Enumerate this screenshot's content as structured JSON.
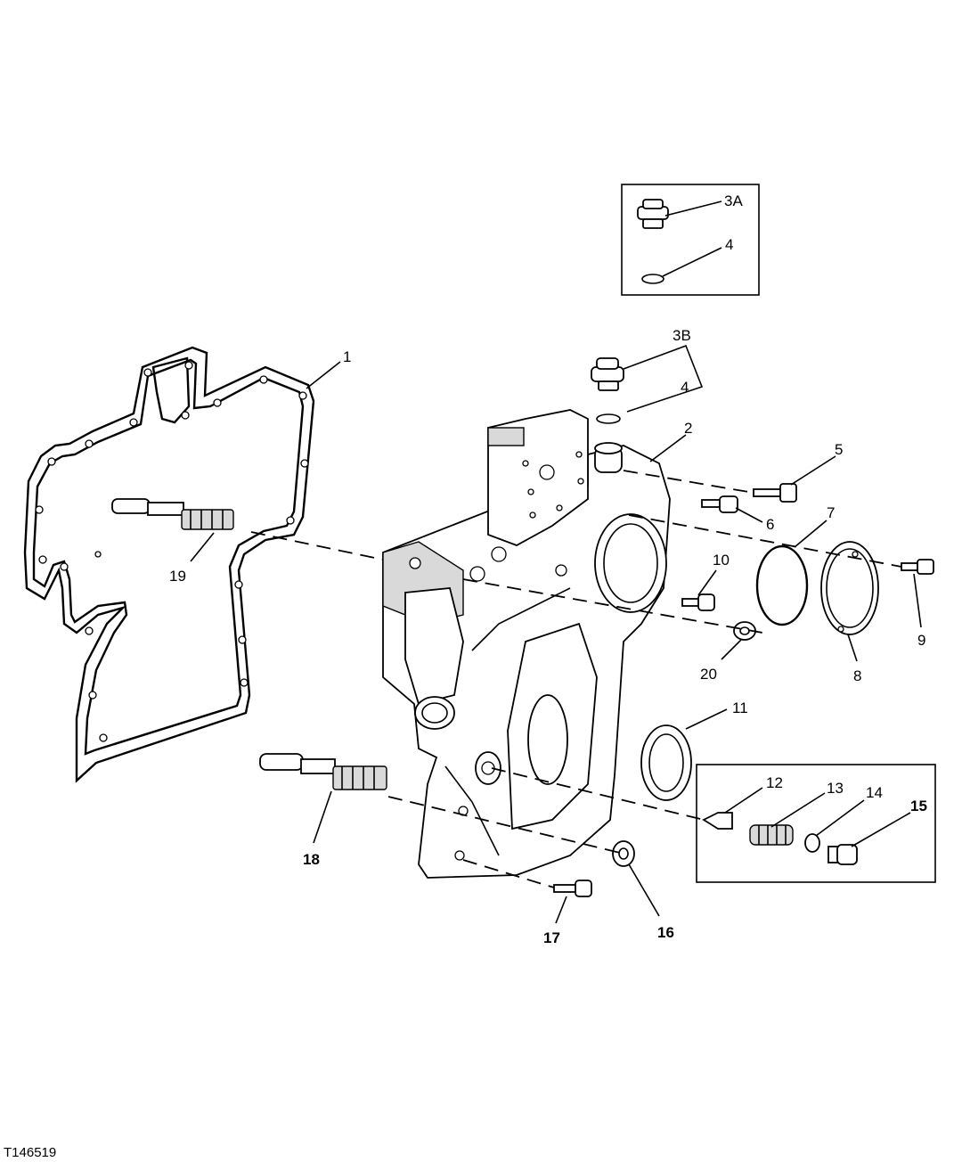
{
  "figure_id": "T146519",
  "callouts": {
    "c1": "1",
    "c2": "2",
    "c3A": "3A",
    "c3B": "3B",
    "c4a": "4",
    "c4b": "4",
    "c5": "5",
    "c6": "6",
    "c7": "7",
    "c8": "8",
    "c9": "9",
    "c10": "10",
    "c11": "11",
    "c12": "12",
    "c13": "13",
    "c14": "14",
    "c15": "15",
    "c16": "16",
    "c17": "17",
    "c18": "18",
    "c19": "19",
    "c20": "20"
  }
}
